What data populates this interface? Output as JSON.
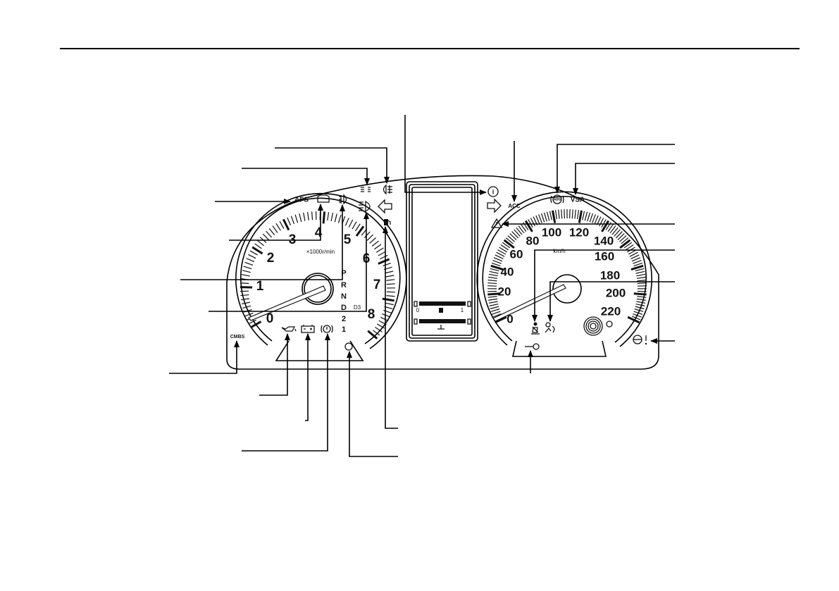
{
  "cluster": {
    "labels": {
      "afs": "AFS",
      "acc": "ACC",
      "vsa": "VSA",
      "cmbs": "CMBS",
      "abs": "ABS"
    },
    "tachometer": {
      "unit": "×1000r/min",
      "numbers": [
        "0",
        "1",
        "2",
        "3",
        "4",
        "5",
        "6",
        "7",
        "8"
      ],
      "gear_positions": [
        "P",
        "R",
        "N",
        "D",
        "2",
        "1"
      ],
      "d3": "D3"
    },
    "speedometer": {
      "unit": "km/h",
      "numbers": [
        "0",
        "20",
        "40",
        "60",
        "80",
        "100",
        "120",
        "140",
        "160",
        "180",
        "200",
        "220"
      ]
    },
    "display": {
      "min": "0",
      "max": "1"
    },
    "icons": [
      "rear-fog-light-icon",
      "headlight-icon",
      "engine-check-icon",
      "front-fog-light-icon",
      "high-beam-icon",
      "turn-signal-left-icon",
      "turn-signal-right-icon",
      "fuel-icon",
      "info-icon",
      "warning-triangle-icon",
      "abs-icon",
      "seatbelt-icon",
      "airbag-icon",
      "tpms-icon",
      "oil-pressure-icon",
      "battery-icon",
      "brake-icon",
      "indicator-circle-icon",
      "immobilizer-key-icon",
      "cruise-icon",
      "odometer-reset-knob-icon"
    ]
  }
}
